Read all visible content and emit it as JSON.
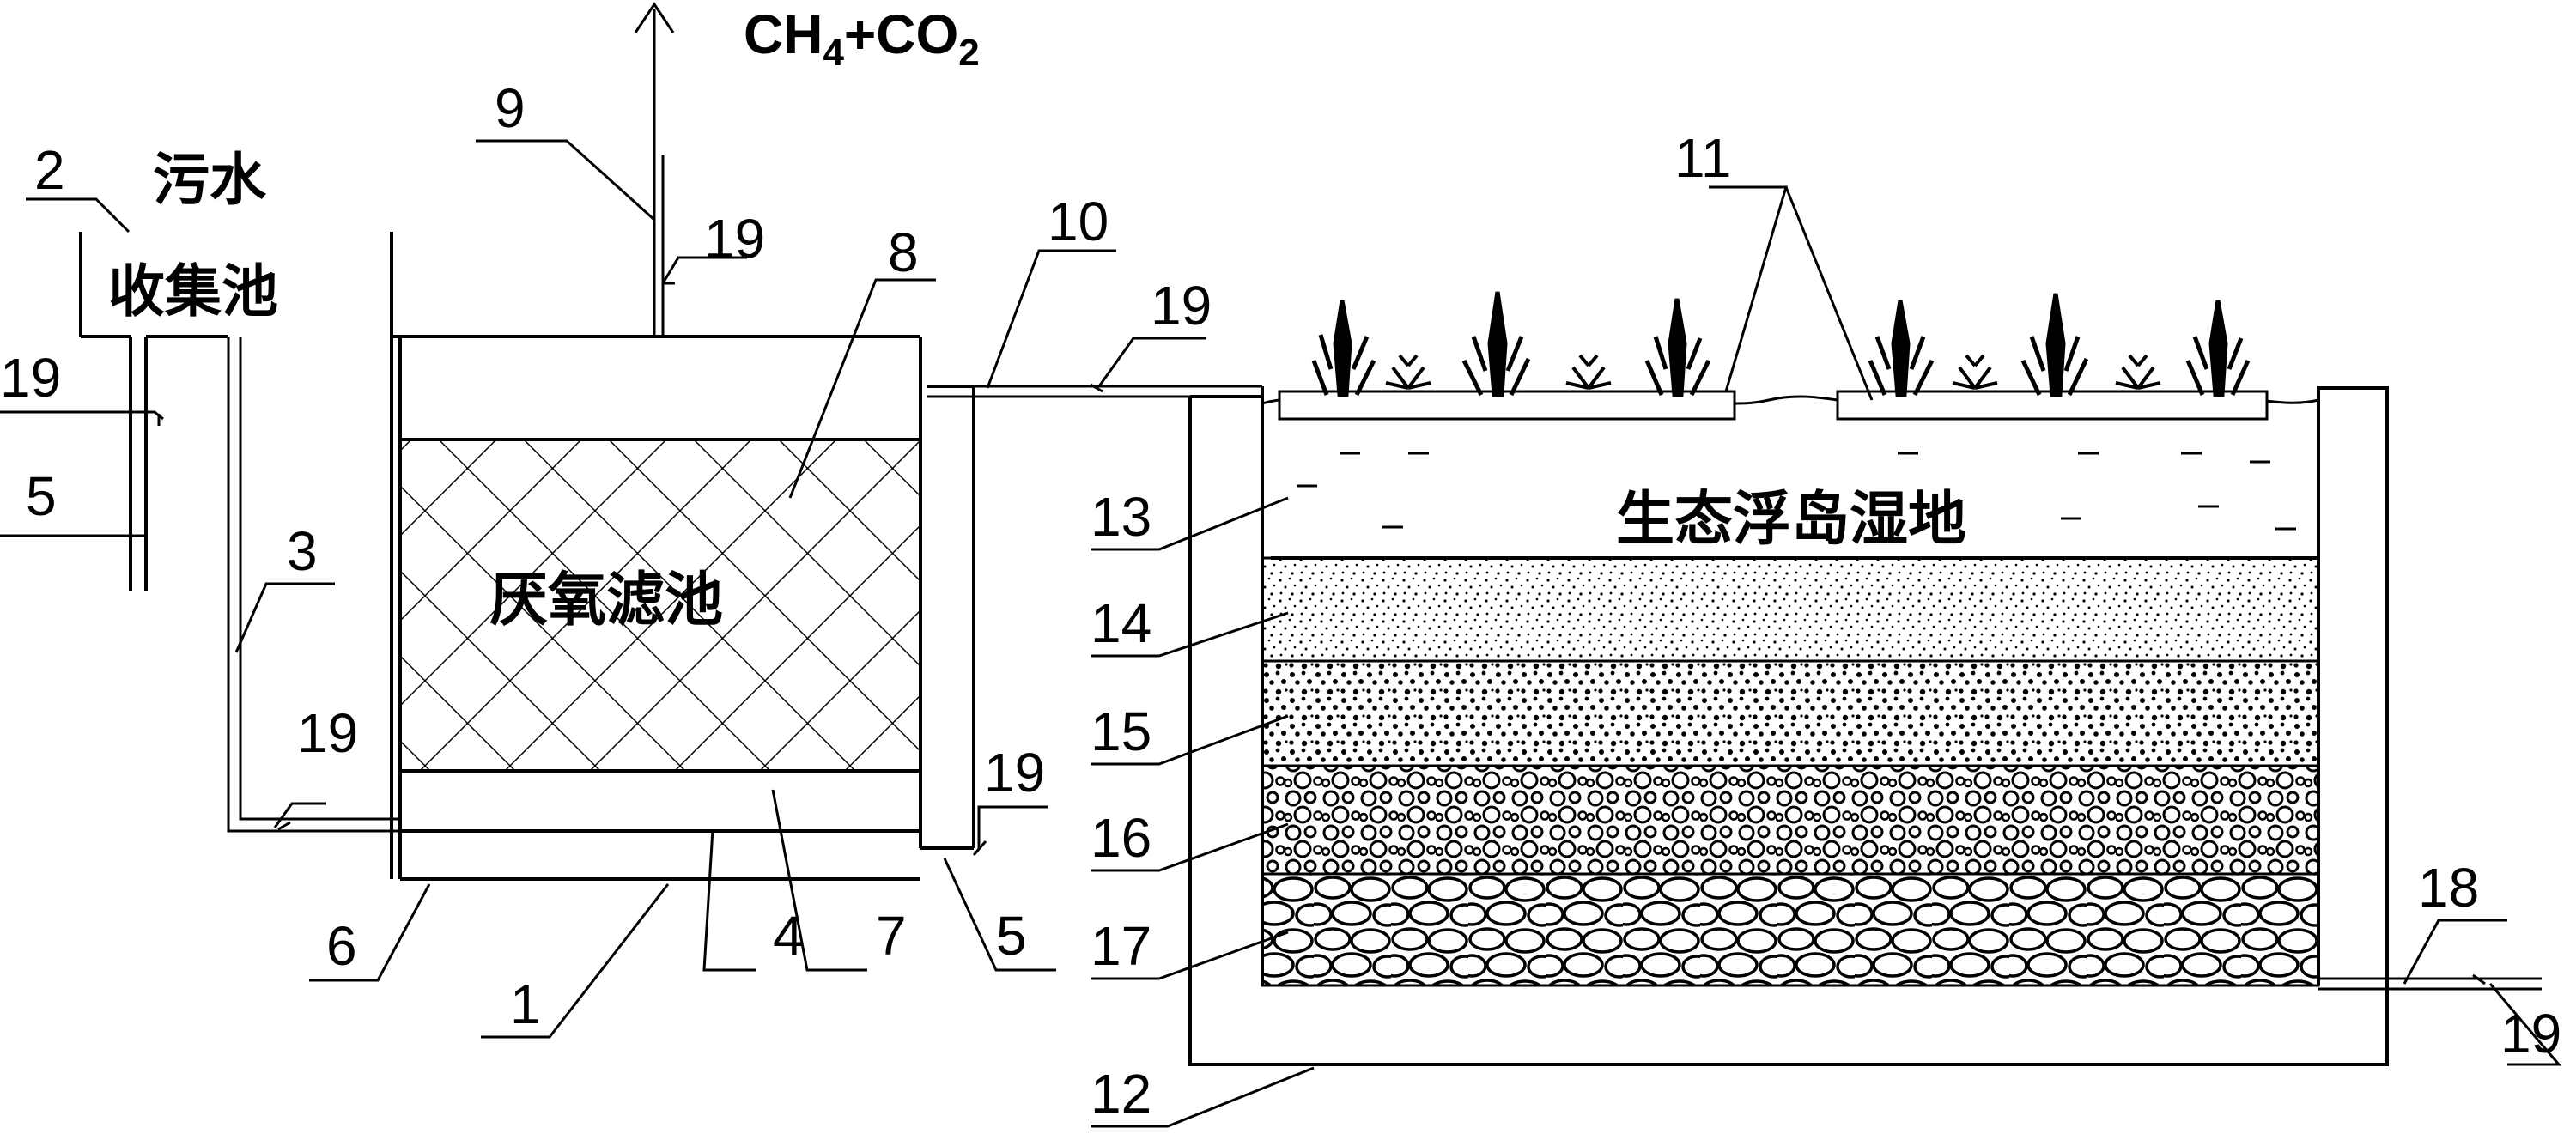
{
  "gas_output": {
    "main": "CH",
    "sub1": "4",
    "plus": "+CO",
    "sub2": "2"
  },
  "collection_tank": {
    "line1": "污水",
    "line2": "收集池"
  },
  "anaerobic_filter": "厌氧滤池",
  "wetland": "生态浮岛湿地",
  "labels": {
    "n1": "1",
    "n2": "2",
    "n3": "3",
    "n4": "4",
    "n5": "5",
    "n6": "6",
    "n7": "7",
    "n8": "8",
    "n9": "9",
    "n10": "10",
    "n11": "11",
    "n12": "12",
    "n13": "13",
    "n14": "14",
    "n15": "15",
    "n16": "16",
    "n17": "17",
    "n18": "18",
    "n19": "19"
  }
}
